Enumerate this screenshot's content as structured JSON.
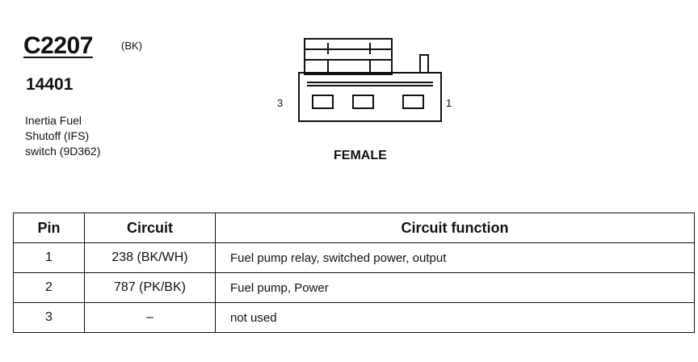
{
  "header": {
    "connector_id": "C2207",
    "connector_color": "(BK)",
    "part_number": "14401",
    "description_lines": [
      "Inertia Fuel",
      "Shutoff (IFS)",
      "switch (9D362)"
    ]
  },
  "diagram": {
    "pin_left_label": "3",
    "pin_right_label": "1",
    "gender": "FEMALE"
  },
  "table": {
    "headers": [
      "Pin",
      "Circuit",
      "Circuit function"
    ],
    "rows": [
      {
        "pin": "1",
        "circuit": "238 (BK/WH)",
        "function": "Fuel pump relay, switched power, output"
      },
      {
        "pin": "2",
        "circuit": "787 (PK/BK)",
        "function": "Fuel pump, Power"
      },
      {
        "pin": "3",
        "circuit": "–",
        "function": "not used"
      }
    ]
  }
}
